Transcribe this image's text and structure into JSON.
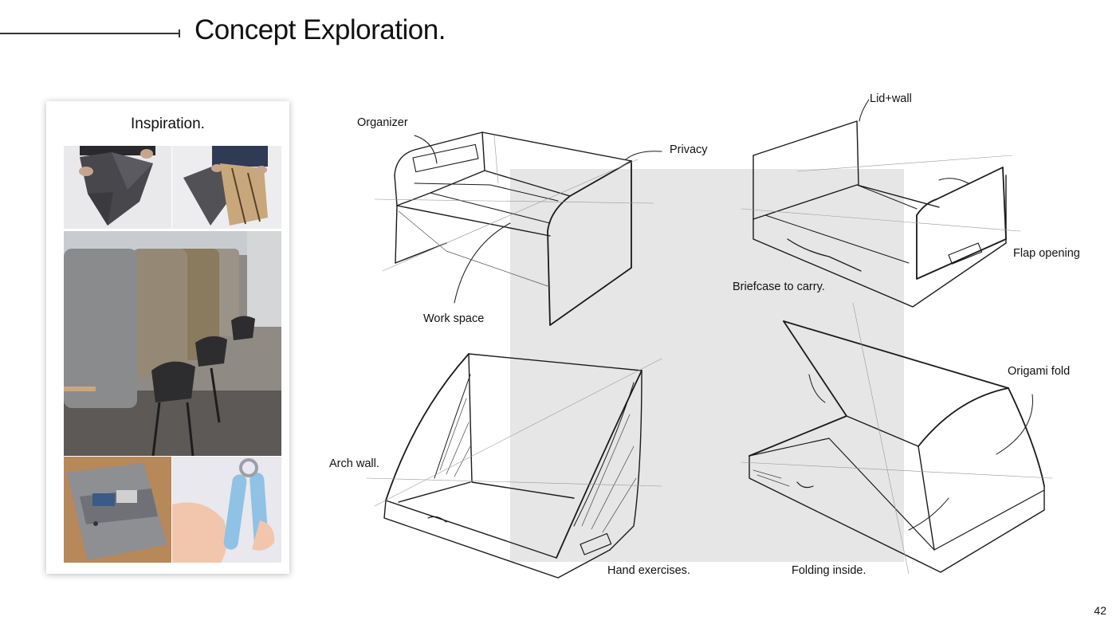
{
  "header": {
    "title": "Concept Exploration."
  },
  "inspiration": {
    "title": "Inspiration.",
    "photos": [
      {
        "name": "folded-felt-sheet-photo"
      },
      {
        "name": "origami-cardboard-photo"
      },
      {
        "name": "office-privacy-panels-photo"
      },
      {
        "name": "felt-organizer-pouch-photo"
      },
      {
        "name": "hand-grip-exerciser-photo"
      }
    ]
  },
  "annotations": {
    "organizer": "Organizer",
    "privacy": "Privacy",
    "work_space": "Work space",
    "lid_wall": "Lid+wall",
    "flap_opening": "Flap opening",
    "briefcase": "Briefcase to carry.",
    "arch_wall": "Arch wall.",
    "hand_exercises": "Hand exercises.",
    "origami_fold": "Origami fold",
    "folding_inside": "Folding inside."
  },
  "footer": {
    "page_number": "42"
  }
}
